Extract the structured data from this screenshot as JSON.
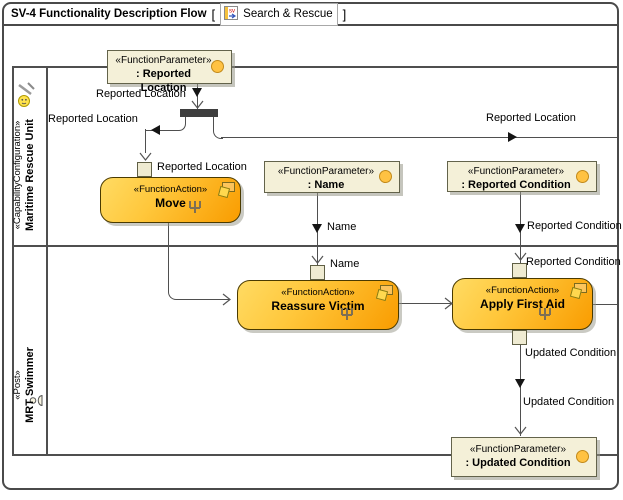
{
  "title": {
    "text": "SV-4 Functionality Description Flow",
    "bracket_open": "[",
    "bracket_close": "]",
    "context_name": "Search & Rescue"
  },
  "lanes": [
    {
      "stereotype": "«CapabilityConfiguration»",
      "name": "Maritime Rescue Unit"
    },
    {
      "stereotype": "«Post»",
      "name": "MRT Swimmer"
    }
  ],
  "parameters": [
    {
      "stereotype": "«FunctionParameter»",
      "name": ": Reported Location"
    },
    {
      "stereotype": "«FunctionParameter»",
      "name": ": Name"
    },
    {
      "stereotype": "«FunctionParameter»",
      "name": ": Reported Condition"
    },
    {
      "stereotype": "«FunctionParameter»",
      "name": ": Updated Condition"
    }
  ],
  "actions": [
    {
      "stereotype": "«FunctionAction»",
      "name": "Move"
    },
    {
      "stereotype": "«FunctionAction»",
      "name": "Reassure Victim"
    },
    {
      "stereotype": "«FunctionAction»",
      "name": "Apply First Aid"
    }
  ],
  "edge_labels": {
    "reported_location_top": "Reported Location",
    "reported_location_left": "Reported Location",
    "reported_location_right": "Reported Location",
    "reported_location_pin": "Reported Location",
    "name_upper": "Name",
    "name_lower": "Name",
    "reported_condition_upper": "Reported Condition",
    "reported_condition_lower": "Reported Condition",
    "updated_condition_upper": "Updated Condition",
    "updated_condition_lower": "Updated Condition"
  },
  "colors": {
    "action_fill_light": "#FFD95E",
    "action_fill_dark": "#F99C00",
    "parameter_fill": "#F4F0D8",
    "badge_orange": "#FFC242",
    "line": "#4F4F4F",
    "fork_bar": "#3E3E3E"
  }
}
